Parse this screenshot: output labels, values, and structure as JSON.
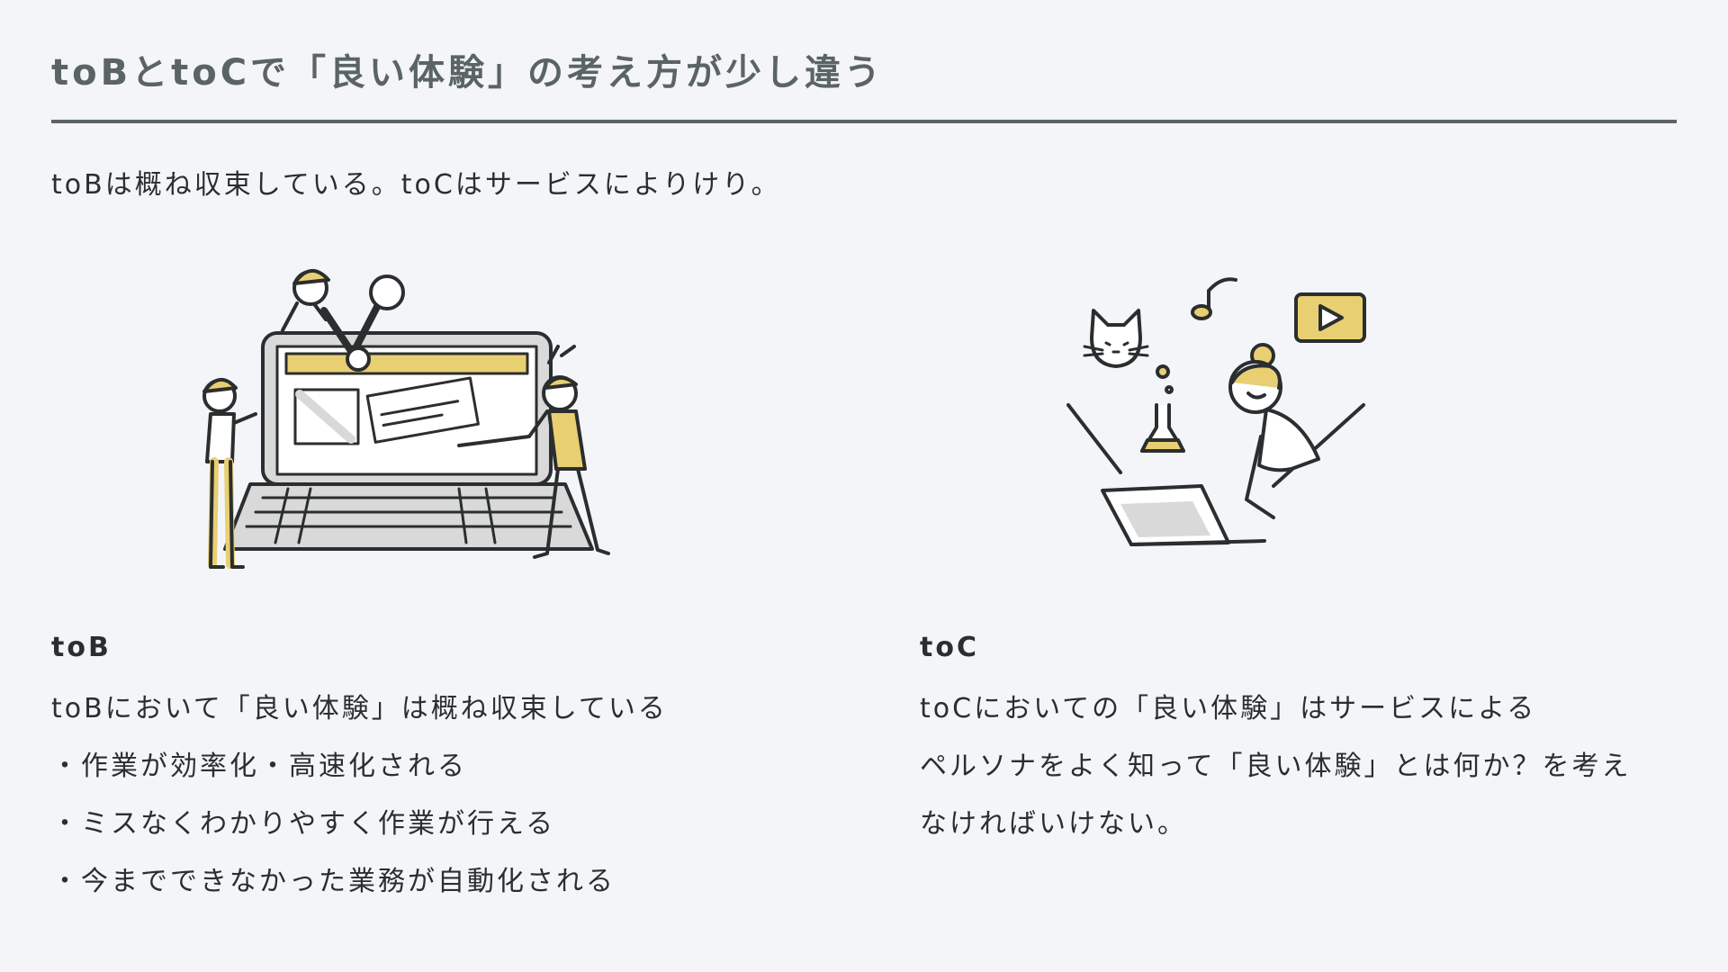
{
  "slide": {
    "title": "toBとtoCで「良い体験」の考え方が少し違う",
    "subtitle": "toBは概ね収束している。toCはサービスによりけり。"
  },
  "tob": {
    "heading": "toB",
    "lines": [
      "toBにおいて「良い体験」は概ね収束している",
      "・作業が効率化・高速化される",
      "・ミスなくわかりやすく作業が行える",
      "・今までできなかった業務が自動化される"
    ]
  },
  "toc": {
    "heading": "toC",
    "lines": [
      "toCにおいての「良い体験」はサービスによる",
      "ペルソナをよく知って「良い体験」とは何か？を考え",
      "なければいけない。"
    ]
  },
  "colors": {
    "background": "#f4f5f9",
    "title": "#5a6563",
    "accent_yellow": "#e8cf72",
    "ink": "#2b2e2f",
    "screen_gray": "#d9d9d9"
  },
  "icons": {
    "tob_illustration": "laptop-repair-team-illustration",
    "toc_illustration": "person-using-laptop-illustration"
  }
}
